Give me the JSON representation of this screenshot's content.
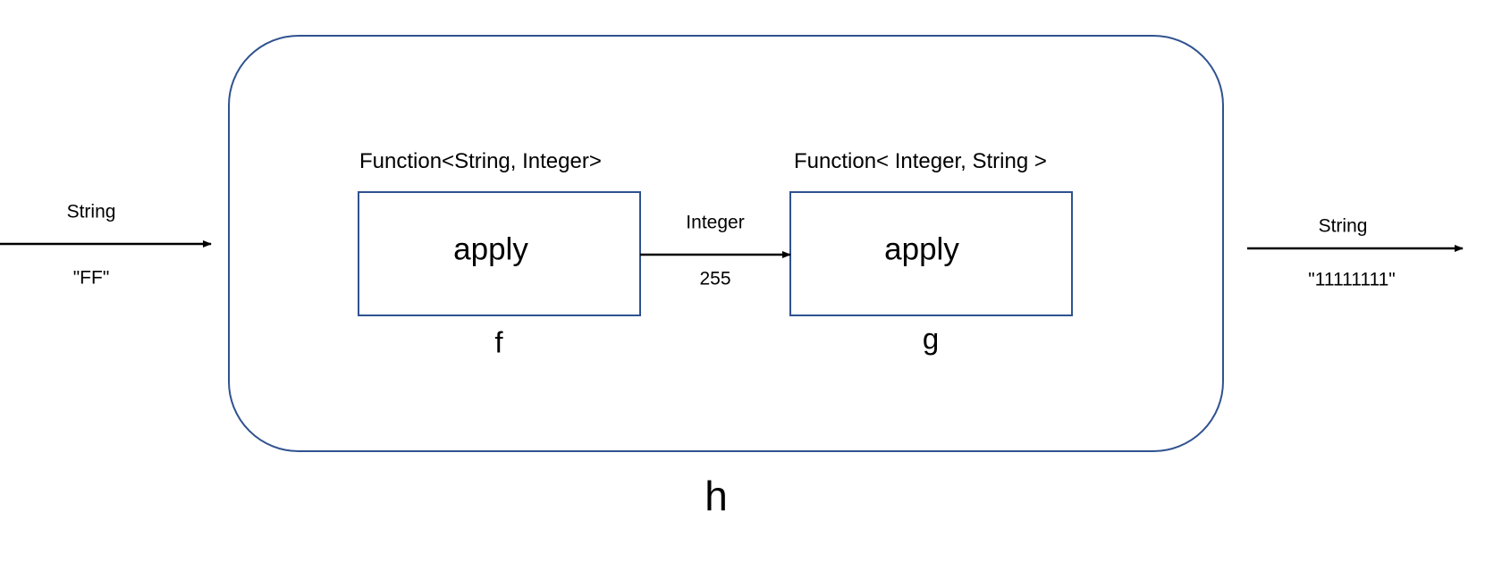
{
  "outer_function": {
    "name": "h",
    "border_color": "#2f528f"
  },
  "input": {
    "type_label": "String",
    "value_label": "\"FF\""
  },
  "output": {
    "type_label": "String",
    "value_label": "\"11111111\""
  },
  "function_f": {
    "signature": "Function<String, Integer>",
    "method": "apply",
    "name": "f"
  },
  "function_g": {
    "signature": "Function< Integer, String >",
    "method": "apply",
    "name": "g"
  },
  "intermediate": {
    "type_label": "Integer",
    "value_label": "255"
  },
  "colors": {
    "box_border": "#2f528f",
    "arrow": "#000000",
    "text": "#000000"
  }
}
